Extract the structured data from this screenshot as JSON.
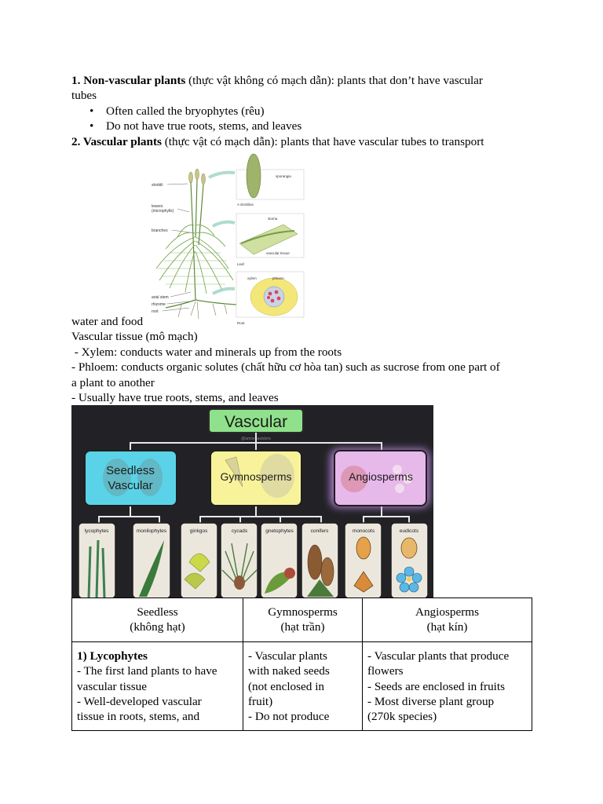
{
  "section1": {
    "title": "1. Non-vascular plants",
    "rest_line1": " (thực vật không có mạch dẫn): plants that don’t have vascular",
    "rest_line2": "tubes",
    "bullets": [
      "Often called the bryophytes (rêu)",
      "Do not have true roots, stems, and leaves"
    ]
  },
  "section2": {
    "title": "2. Vascular plants",
    "rest": " (thực vật có mạch dẫn): plants that have vascular tubes to transport",
    "continuation": "water and food",
    "lines": [
      "Vascular tissue (mô mạch)",
      " - Xylem: conducts water and minerals up from the roots",
      "- Phloem: conducts organic solutes (chất hữu cơ hòa tan) such as sucrose from one part of",
      "a plant to another",
      "- Usually have true roots, stems, and leaves"
    ]
  },
  "figure1": {
    "labels": {
      "strobili": "strobili",
      "leaves": "leaves",
      "microphylls": "(microphylls)",
      "branches": "branches",
      "aerial_stem": "arial stem",
      "rhizome": "rhizome",
      "root": "root",
      "sporangia": "sporangia",
      "a_strobilus": "A strobilus",
      "stoma": "stoma",
      "vascular_tissue": "vascular tissue",
      "leaf": "Leaf",
      "xylem": "xylem",
      "phloem": "phloem",
      "root_caption": "Root"
    }
  },
  "figure2": {
    "title": "Vascular",
    "watermark": "@amoebasisters",
    "groups": {
      "seedless": [
        "Seedless",
        "Vascular"
      ],
      "gymnosperms": "Gymnosperms",
      "angiosperms": "Angiosperms"
    },
    "cards": [
      "lycophytes",
      "monilophytes",
      "ginkgos",
      "cycads",
      "gnetophytes",
      "conifers",
      "monocots",
      "eudicots"
    ],
    "colors": {
      "title": "#8fe28b",
      "seedless": "#5ad3e8",
      "gymnosperms": "#f8f39a",
      "angiosperms": "#e7b8ea",
      "card": "#ece7dd"
    }
  },
  "table": {
    "headers": [
      [
        "Seedless",
        "(không hạt)"
      ],
      [
        "Gymnosperms",
        "(hạt trần)"
      ],
      [
        "Angiosperms",
        "(hạt kín)"
      ]
    ],
    "col1": {
      "title": "1) Lycophytes",
      "lines": [
        "- The first land plants to have",
        "vascular tissue",
        "- Well-developed vascular",
        "tissue in roots, stems, and"
      ]
    },
    "col2": {
      "lines": [
        "- Vascular plants",
        "with naked seeds",
        "(not enclosed in",
        "fruit)",
        "- Do not produce"
      ]
    },
    "col3": {
      "lines": [
        "- Vascular plants that produce",
        "flowers",
        "- Seeds are enclosed in fruits",
        "- Most diverse plant group",
        "(270k species)"
      ]
    }
  }
}
